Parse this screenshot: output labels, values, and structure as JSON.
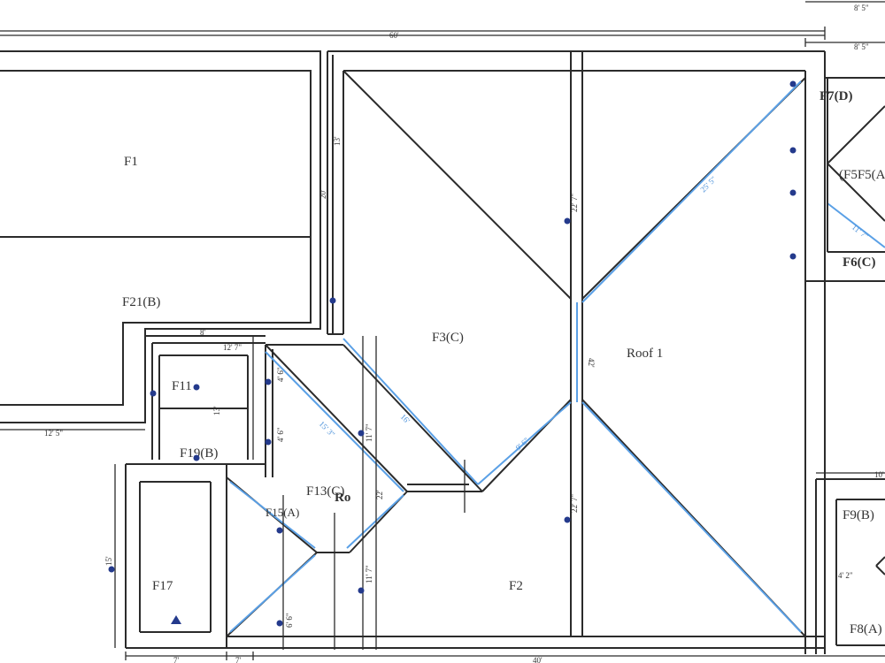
{
  "labels": {
    "f1": "F1",
    "f21b": "F21(B)",
    "f3c": "F3(C)",
    "roof1": "Roof 1",
    "f7d": "F7(D)",
    "f5f5": "(F5F5(A",
    "f6c": "F6(C)",
    "f11": "F11",
    "f19b": "F19(B)",
    "f13c": "F13(C)",
    "ro": "Ro",
    "f15a": "F15(A)",
    "f17": "F17",
    "f2": "F2",
    "f9b": "F9(B)",
    "f8a": "F8(A)"
  },
  "dims": {
    "top_60": "60'",
    "top_8_5_a": "8' 5\"",
    "top_8_5_b": "8' 5\"",
    "left_12_5": "12' 5\"",
    "d_12_7": "12' 7\"",
    "d_8": "8'",
    "d_42": "42'",
    "d_13": "13'",
    "d_20": "20'",
    "d_22_7_a": "22' 7\"",
    "d_22_7_b": "22' 7\"",
    "d_25_5": "25' 5\"",
    "d_11_7": "11' 7\"",
    "d_15_3": "15' 3\"",
    "d_16": "16'",
    "d_9_6": "9' 6\"",
    "d_22": "22'",
    "d_4_6_a": "4' 6\"",
    "d_4_6_b": "4' 6\"",
    "d_4_2": "4' 2\"",
    "d_40": "40'",
    "d_10": "10'",
    "d_7_a": "7'",
    "d_7_b": "7'",
    "d_6_6": "6' 6\"",
    "d_15": "15'",
    "d_13_b": "13'",
    "d_11_7_b": "11' 7\"",
    "d_11_7_c": "11' 7\""
  },
  "colors": {
    "line": "#2b2b2b",
    "ridge_blue": "#5aa0e6",
    "pin": "#243a8c"
  }
}
